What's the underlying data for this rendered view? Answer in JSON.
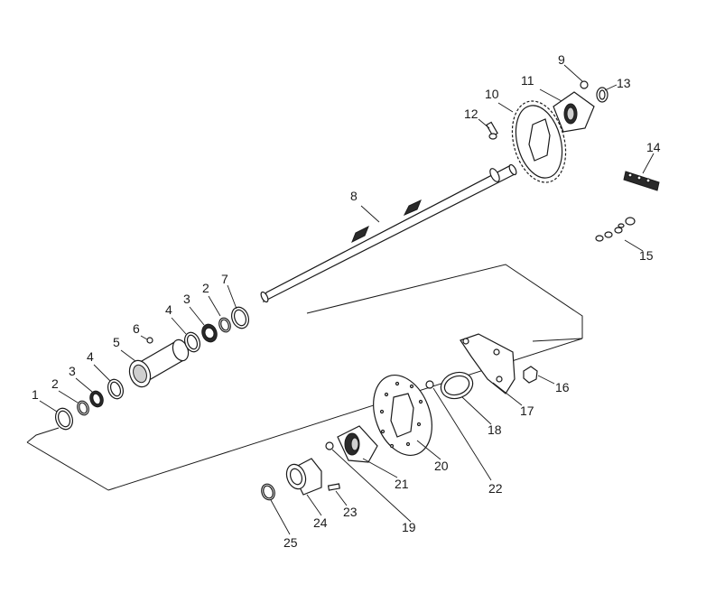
{
  "diagram": {
    "labels": [
      "1",
      "2",
      "3",
      "4",
      "5",
      "6",
      "4",
      "3",
      "2",
      "7",
      "8",
      "9",
      "10",
      "11",
      "12",
      "13",
      "14",
      "15",
      "16",
      "17",
      "18",
      "19",
      "20",
      "21",
      "22",
      "23",
      "24",
      "25"
    ]
  }
}
